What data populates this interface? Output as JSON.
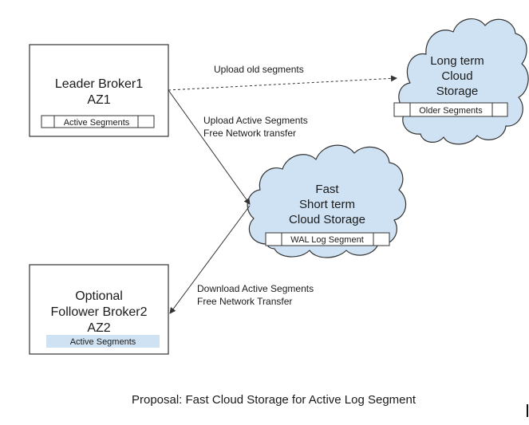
{
  "leader": {
    "title_line1": "Leader Broker1",
    "title_line2": "AZ1",
    "segment_label": "Active Segments"
  },
  "follower": {
    "title_line1": "Optional",
    "title_line2": "Follower Broker2",
    "title_line3": "AZ2",
    "segment_label": "Active Segments"
  },
  "long_term": {
    "title_line1": "Long term",
    "title_line2": "Cloud",
    "title_line3": "Storage",
    "segment_label": "Older Segments"
  },
  "fast": {
    "title_line1": "Fast",
    "title_line2": "Short term",
    "title_line3": "Cloud Storage",
    "segment_label": "WAL Log Segment"
  },
  "edges": {
    "upload_old": "Upload old segments",
    "upload_active_line1": "Upload Active Segments",
    "upload_active_line2": "Free Network transfer",
    "download_active_line1": "Download Active Segments",
    "download_active_line2": "Free Network Transfer"
  },
  "caption": "Proposal: Fast Cloud Storage for Active Log Segment",
  "colors": {
    "cloud_fill": "#cfe2f3",
    "segment_highlight": "#cfe2f3",
    "stroke": "#333333"
  }
}
